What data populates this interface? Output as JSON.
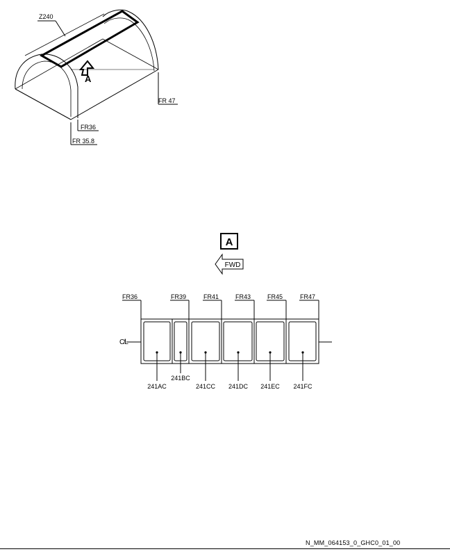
{
  "iso_view": {
    "zone_label": "Z240",
    "view_label": "A",
    "frames": [
      "FR 47",
      "FR36",
      "FR 35.8"
    ]
  },
  "detail_view": {
    "view_box_label": "A",
    "fwd_label": "FWD",
    "centerline_label": "C̸L",
    "frames": [
      "FR36",
      "FR39",
      "FR41",
      "FR43",
      "FR45",
      "FR47"
    ],
    "panels": [
      "241AC",
      "241BC",
      "241CC",
      "241DC",
      "241EC",
      "241FC"
    ]
  },
  "footer": {
    "reference": "N_MM_064153_0_GHC0_01_00"
  }
}
